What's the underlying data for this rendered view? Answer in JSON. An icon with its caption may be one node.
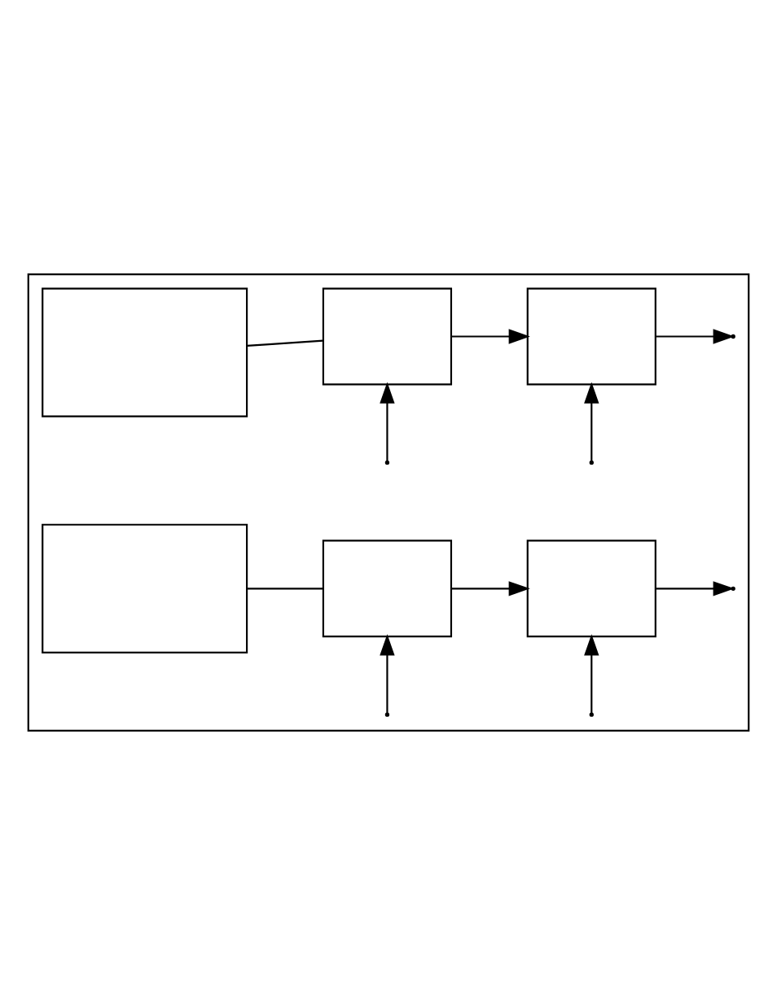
{
  "diagram": {
    "nodes": [
      {
        "text": [],
        "shape": "box"
      },
      {
        "text": [],
        "shape": "box",
        "in": 0
      },
      {
        "text": [],
        "shape": "box",
        "in": 0
      },
      {
        "text": [],
        "shape": "box",
        "in": 0
      },
      {
        "text": [],
        "shape": "box",
        "in": 0
      },
      {
        "text": [],
        "shape": "box",
        "in": 0
      },
      {
        "text": [],
        "shape": "box",
        "in": 0
      }
    ],
    "edges": [
      {
        "from": 1,
        "to": 3,
        "arrow": "none"
      },
      {
        "from": 3,
        "to": 4,
        "arrow": "to"
      },
      {
        "from": 2,
        "to": 5,
        "arrow": "none"
      },
      {
        "from": 5,
        "to": 6,
        "arrow": "to"
      },
      {
        "from": null,
        "to": 3,
        "arrow": "to"
      },
      {
        "from": null,
        "to": 4,
        "arrow": "to"
      },
      {
        "from": null,
        "to": 5,
        "arrow": "to"
      },
      {
        "from": null,
        "to": 6,
        "arrow": "to"
      },
      {
        "from": 4,
        "to": null,
        "arrow": "to"
      },
      {
        "from": 6,
        "to": null,
        "arrow": "to"
      }
    ]
  }
}
